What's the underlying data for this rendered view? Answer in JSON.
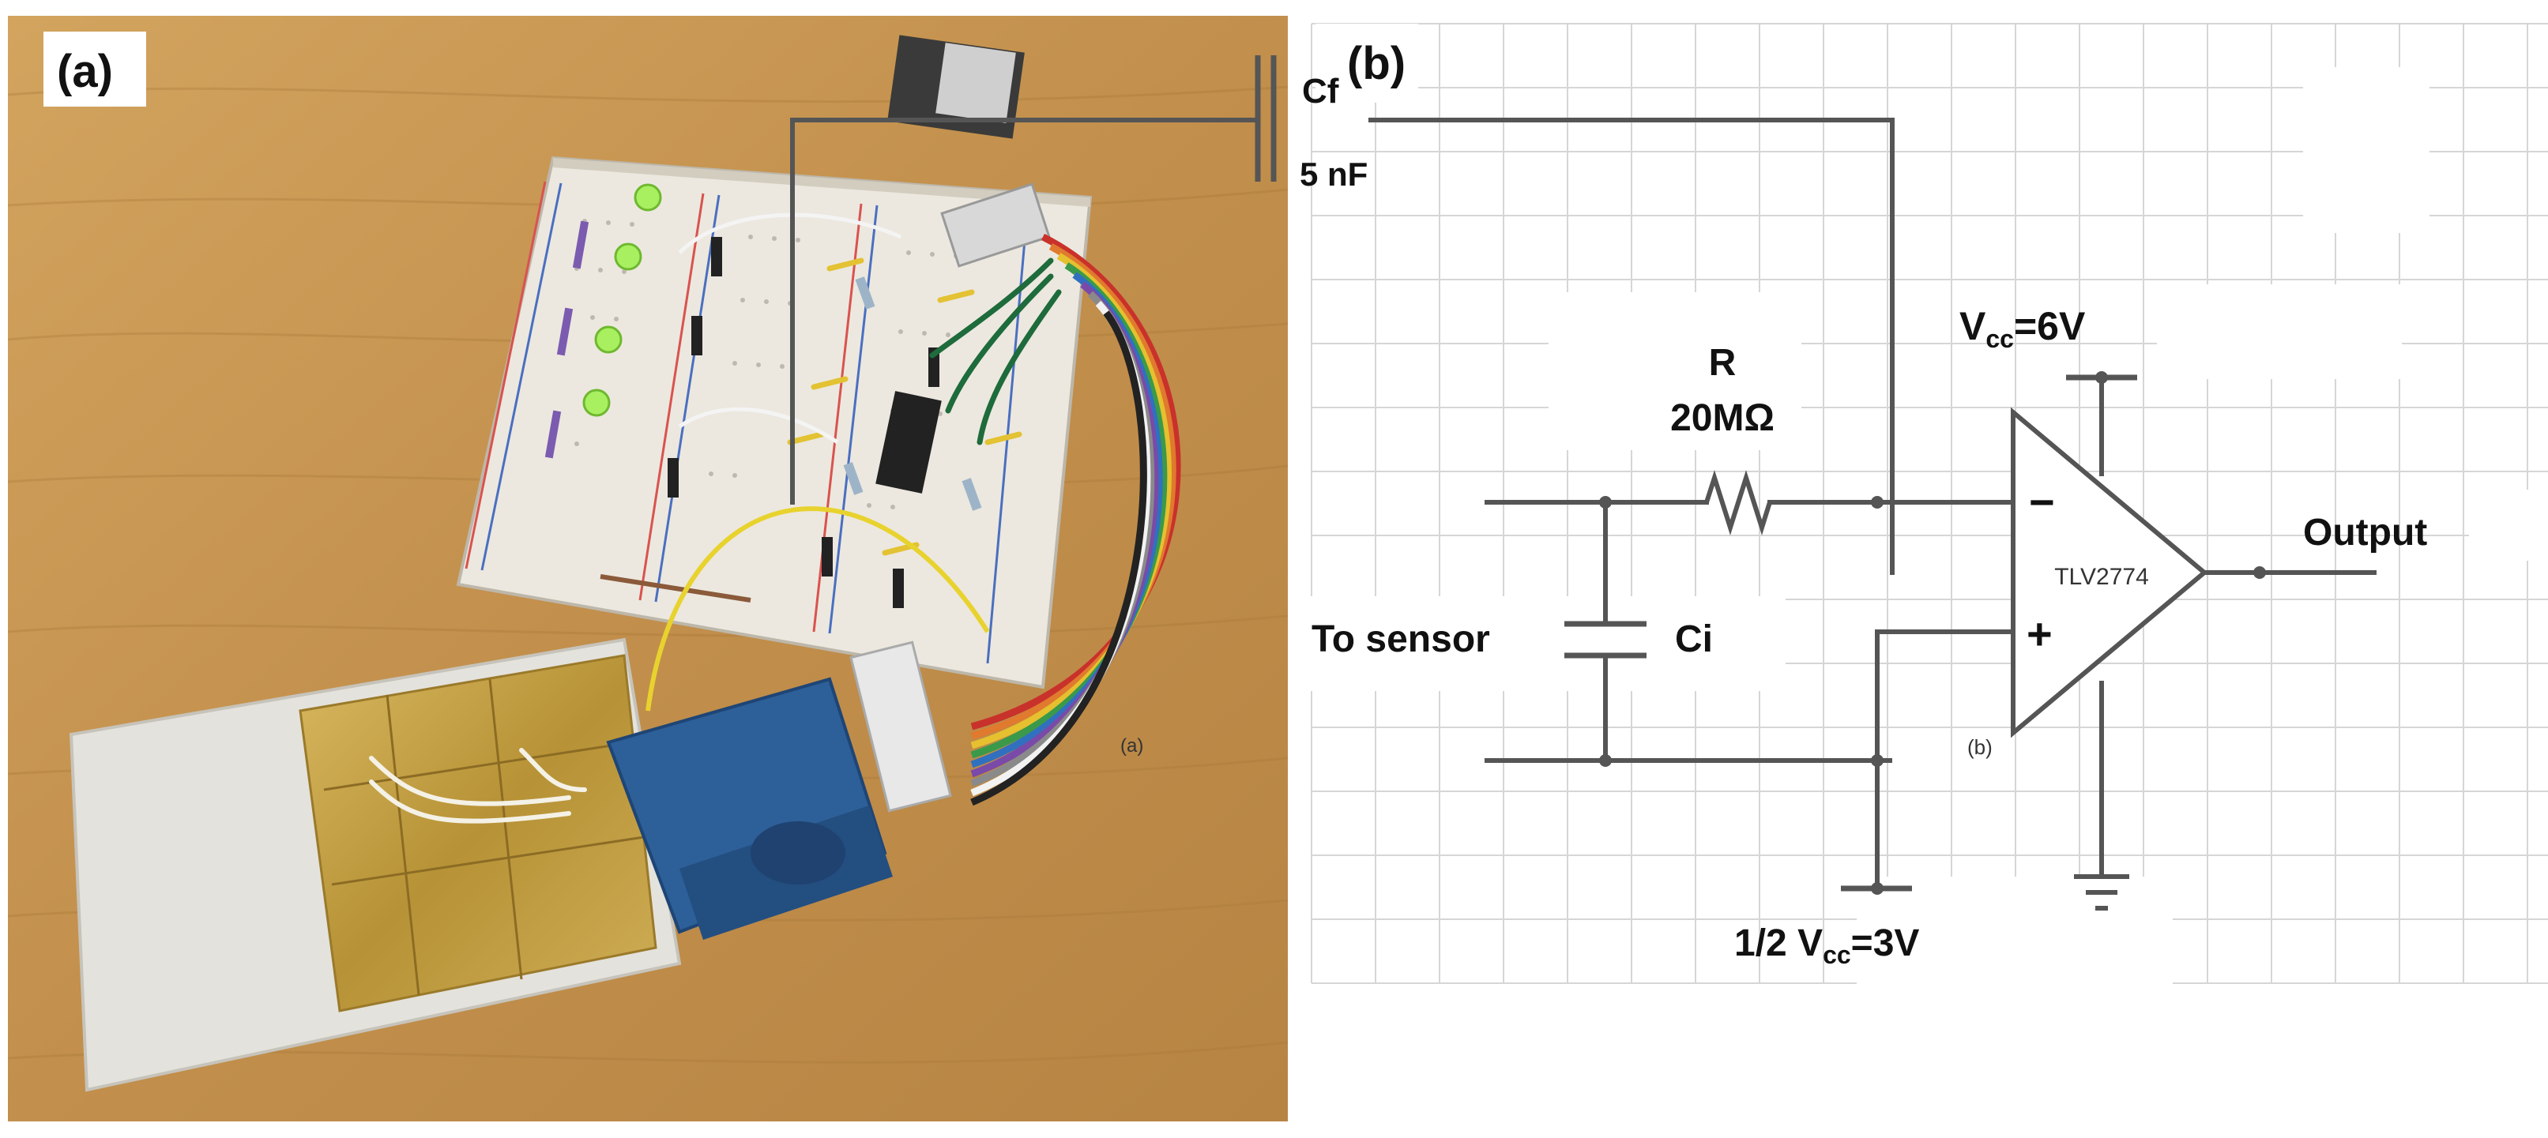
{
  "panel_a": {
    "label": "(a)",
    "caption": "(a)"
  },
  "panel_b": {
    "label": "(b)",
    "caption": "(b)",
    "feedback_capacitor": {
      "name": "Cf",
      "value": "5 nF"
    },
    "resistor": {
      "name": "R",
      "value": "20MΩ"
    },
    "supply": {
      "prefix": "V",
      "subscript": "cc",
      "suffix": "=6V"
    },
    "reference": {
      "prefix": "1/2 V",
      "subscript": "cc",
      "suffix": "=3V"
    },
    "opamp": {
      "part": "TLV2774",
      "inverting": "−",
      "non_inverting": "+"
    },
    "input_capacitor": "Ci",
    "input_label": "To sensor",
    "output_label": "Output"
  },
  "colors": {
    "wood": "#c99a55",
    "wire": "#555555",
    "grid": "#d6d6d6",
    "breadboard": "#ece8df",
    "sensor_gold": "#c9a548",
    "connector_blue": "#2d5f98",
    "led_green": "#a8f060"
  }
}
